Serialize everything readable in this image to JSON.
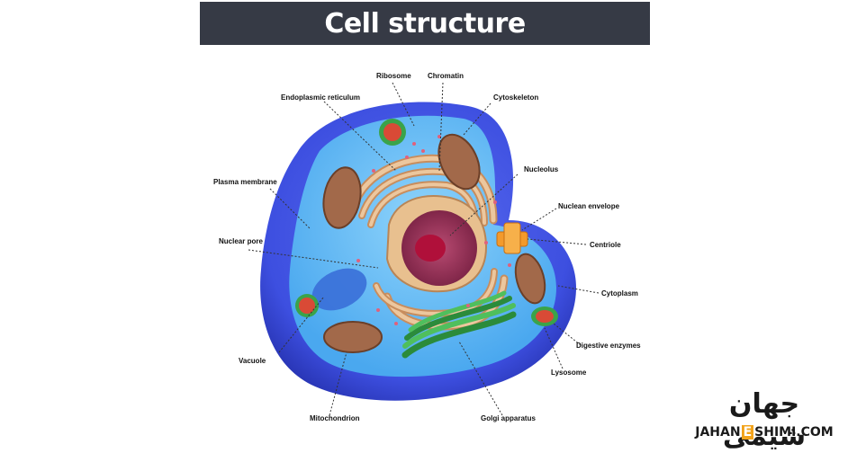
{
  "title": "Cell structure",
  "labels": {
    "ribosome": "Ribosome",
    "chromatin": "Chromatin",
    "endoplasmic_reticulum": "Endoplasmic reticulum",
    "cytoskeleton": "Cytoskeleton",
    "nucleolus": "Nucleolus",
    "plasma_membrane": "Plasma membrane",
    "nuclear_envelope": "Nuclean envelope",
    "centriole": "Centriole",
    "nuclear_pore": "Nuclear pore",
    "cytoplasm": "Cytoplasm",
    "digestive_enzymes": "Digestive enzymes",
    "vacuole": "Vacuole",
    "lysosome": "Lysosome",
    "mitochondrion": "Mitochondrion",
    "golgi_apparatus": "Golgi apparatus"
  },
  "logo": {
    "persian_text": "جهان شیمی",
    "latin_before": "JAHAN",
    "latin_letter": "E",
    "latin_after": "SHIMI.COM"
  },
  "colors": {
    "title_bar": "#363a45",
    "membrane": "#3d4fe0",
    "cytoplasm": "#5fb6f5",
    "nucleus": "#9b3558",
    "er": "#d9a978",
    "golgi": "#3ea84e",
    "logo_accent": "#f2a31b"
  }
}
